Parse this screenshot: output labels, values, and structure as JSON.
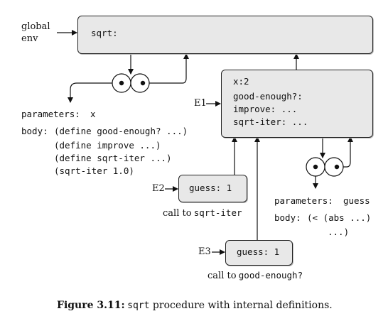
{
  "global_env": {
    "label_line1": "global",
    "label_line2": "env",
    "binding": "sqrt:"
  },
  "e1": {
    "label": "E1",
    "bindings": [
      "x:2",
      "good-enough?:",
      "improve: ...",
      "sqrt-iter: ..."
    ]
  },
  "e2": {
    "label": "E2",
    "binding": "guess: 1",
    "caption_prefix": "call to",
    "caption_code": "sqrt-iter"
  },
  "e3": {
    "label": "E3",
    "binding": "guess: 1",
    "caption_prefix": "call to",
    "caption_code": "good-enough?"
  },
  "sqrt_proc": {
    "parameters_label": "parameters:",
    "parameters_value": "x",
    "body_label": "body:",
    "body_lines": [
      "(define good-enough? ...)",
      "(define improve ...)",
      "(define sqrt-iter ...)",
      "(sqrt-iter 1.0)"
    ]
  },
  "good_enough_proc": {
    "parameters_label": "parameters:",
    "parameters_value": "guess",
    "body_label": "body:",
    "body_lines": [
      "(< (abs ...)",
      "...)"
    ]
  },
  "caption": {
    "figure_label": "Figure 3.11:",
    "code_word": "sqrt",
    "text": " procedure with internal definitions."
  }
}
